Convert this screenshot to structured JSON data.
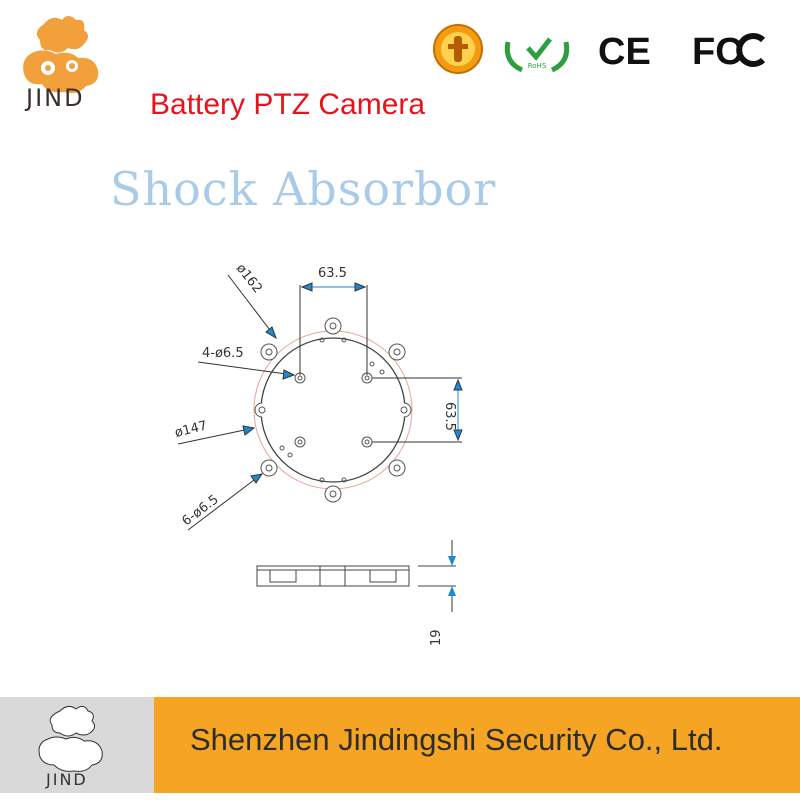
{
  "brand": {
    "logo_text": "JIND",
    "colors": {
      "logo": "#f1a03b",
      "accent_red": "#e8121b",
      "footer_bg": "#f6a423"
    }
  },
  "header": {
    "product_title": "Battery PTZ Camera"
  },
  "certifications": [
    {
      "icon": "energy-icon",
      "label": ""
    },
    {
      "icon": "rohs-icon",
      "label": "RoHS"
    },
    {
      "icon": "ce-icon",
      "label": "CE"
    },
    {
      "icon": "fcc-icon",
      "label": "FC"
    }
  ],
  "diagram": {
    "title": "Shock Absorbor",
    "dimensions": {
      "outer_diameter": "ø162",
      "mount_holes_4": "4-ø6.5",
      "inner_diameter": "ø147",
      "mount_holes_6": "6-ø6.5",
      "hole_spacing_h": "63.5",
      "hole_spacing_v": "63.5",
      "thickness": "19"
    }
  },
  "footer": {
    "company": "Shenzhen Jindingshi Security Co., Ltd."
  }
}
